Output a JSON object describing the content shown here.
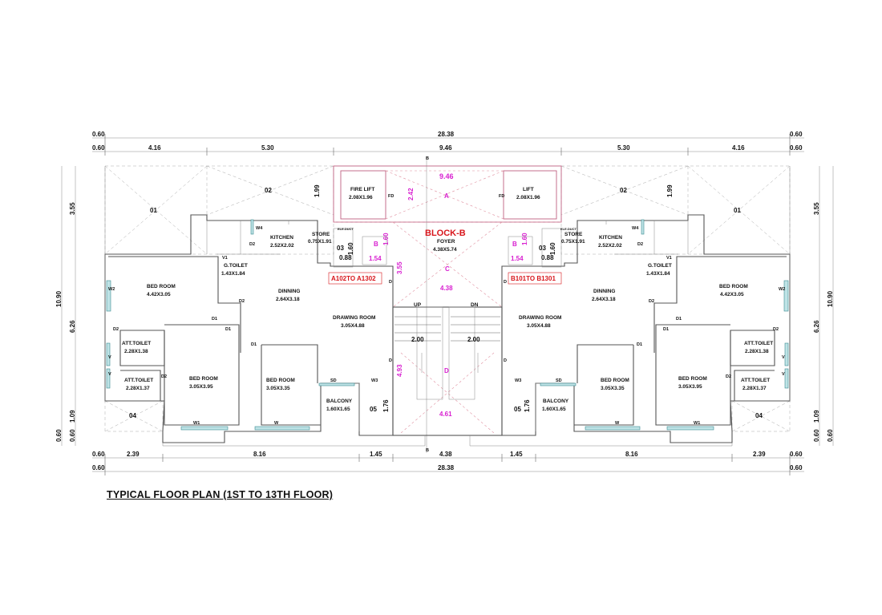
{
  "title": "TYPICAL FLOOR PLAN (1ST TO 13TH FLOOR)",
  "block": "BLOCK-B",
  "top_dims": {
    "overall": "28.38",
    "edge_l": "0.60",
    "edge_r": "0.60",
    "segs": [
      "0.60",
      "4.16",
      "5.30",
      "9.46",
      "5.30",
      "4.16",
      "0.60"
    ]
  },
  "bottom_dims": {
    "segs": [
      "0.60",
      "2.39",
      "8.16",
      "1.45",
      "4.38",
      "1.45",
      "8.16",
      "2.39",
      "0.60"
    ],
    "overall": "28.38",
    "edge_l": "0.60",
    "edge_r": "0.60"
  },
  "side_dims": {
    "left": [
      "3.55",
      "10.90",
      "6.26",
      "1.09",
      "0.60",
      "0.60"
    ],
    "right": [
      "3.55",
      "10.90",
      "6.26",
      "1.09",
      "0.60",
      "0.60"
    ]
  },
  "section_marks": [
    "B",
    "B"
  ],
  "core": {
    "fire_lift": "FIRE LIFT",
    "fire_lift_dim": "2.08X1.96",
    "lift": "LIFT",
    "lift_dim": "2.08X1.96",
    "fd": "FD",
    "foyer": "FOYER",
    "foyer_dim": "4.38X5.74",
    "up": "UP",
    "dn": "DN",
    "stair_w": "2.00",
    "el_duct": "ELE.DUCT"
  },
  "core_marks": {
    "top_width": "9.46",
    "a": "A",
    "a_dim": "2.42",
    "b": "B",
    "b_dim": "1.60",
    "b_w": "1.54",
    "c": "C",
    "c_dim": "3.55",
    "c_w": "4.38",
    "d": "D",
    "d_dim": "4.93",
    "d_w": "4.61"
  },
  "flats": {
    "left_label": "A102TO A1302",
    "right_label": "B101TO B1301"
  },
  "rooms": {
    "kitchen": "KITCHEN",
    "kitchen_dim": "2.52X2.02",
    "store": "STORE",
    "store_dim": "0.75X1.91",
    "gtoilet": "G.TOILET",
    "gtoilet_dim": "1.43X1.84",
    "bed": "BED ROOM",
    "bed1_dim": "4.42X3.05",
    "bed2_dim": "3.05X3.95",
    "bed3_dim": "3.05X3.35",
    "dinning": "DINNING",
    "dinning_dim": "2.64X3.18",
    "drawing": "DRAWING ROOM",
    "drawing_dim": "3.05X4.88",
    "att_toilet": "ATT.TOILET",
    "att1_dim": "2.28X1.38",
    "att2_dim": "2.28X1.37",
    "balcony": "BALCONY",
    "balcony_dim": "1.60X1.65"
  },
  "misc": {
    "d199": "1.99",
    "d160": "1.60",
    "d088": "0.88",
    "d176": "1.76",
    "o1": "01",
    "o2": "02",
    "o3": "03",
    "o4": "04",
    "o5": "05"
  },
  "tags": {
    "w1": "W1",
    "w2": "W2",
    "w3": "W3",
    "w4": "W4",
    "w": "W",
    "d": "D",
    "d1": "D1",
    "d2": "D2",
    "v": "V",
    "v1": "V1",
    "sd": "SD"
  },
  "colors": {
    "accent_pink": "#d81fd0",
    "block_red": "#d8161c",
    "window": "#bfe3e6"
  }
}
